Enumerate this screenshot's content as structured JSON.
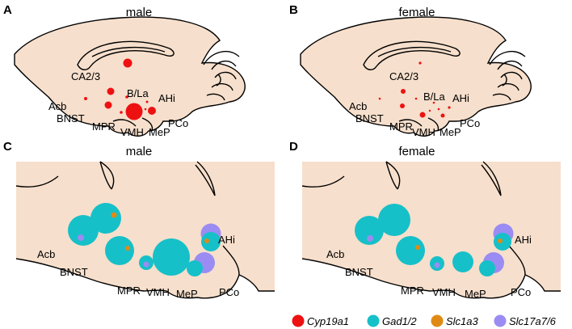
{
  "panels": {
    "A": {
      "letter": "A",
      "title": "male"
    },
    "B": {
      "letter": "B",
      "title": "female"
    },
    "C": {
      "letter": "C",
      "title": "male"
    },
    "D": {
      "letter": "D",
      "title": "female"
    }
  },
  "labels": {
    "ca23": "CA2/3",
    "bla": "B/La",
    "ahi": "AHi",
    "acb": "Acb",
    "bnst": "BNST",
    "mpr": "MPR",
    "vmh": "VMH",
    "mep": "MeP",
    "pco": "PCo"
  },
  "legend": [
    {
      "label": "Cyp19a1",
      "color": "#ee1111"
    },
    {
      "label": "Gad1/2",
      "color": "#16c0c8"
    },
    {
      "label": "Slc1a3",
      "color": "#e08a16"
    },
    {
      "label": "Slc17a7/6",
      "color": "#9a8cf2"
    }
  ],
  "colors": {
    "cyp19a1": "#ee1111",
    "gad12": "#16c0c8",
    "slc1a3": "#e08a16",
    "slc17a76": "#9a8cf2",
    "brain_fill": "#f6dfcc"
  }
}
